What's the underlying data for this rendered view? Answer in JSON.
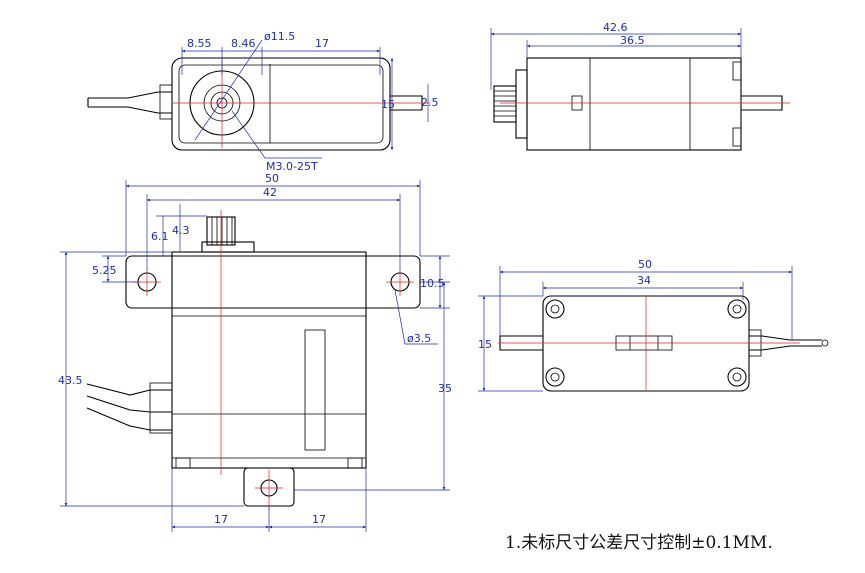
{
  "top_view": {
    "d_8_55": "8.55",
    "d_8_46": "8.46",
    "d_phi11_5": "ø11.5",
    "d_17": "17",
    "d_15": "15",
    "d_2_5": "2.5",
    "spline": "M3.0-25T"
  },
  "side_view": {
    "d_42_6": "42.6",
    "d_36_5": "36.5"
  },
  "front_view": {
    "d_50": "50",
    "d_42": "42",
    "d_6_1": "6.1",
    "d_4_3": "4.3",
    "d_5_25": "5.25",
    "d_10_5": "10.5",
    "d_phi3_5": "ø3.5",
    "d_43_5": "43.5",
    "d_35": "35",
    "d_17_left": "17",
    "d_17_right": "17"
  },
  "bottom_view": {
    "d_50": "50",
    "d_34": "34",
    "d_15": "15"
  },
  "note": "1.未标尺寸公差尺寸控制±0.1MM."
}
